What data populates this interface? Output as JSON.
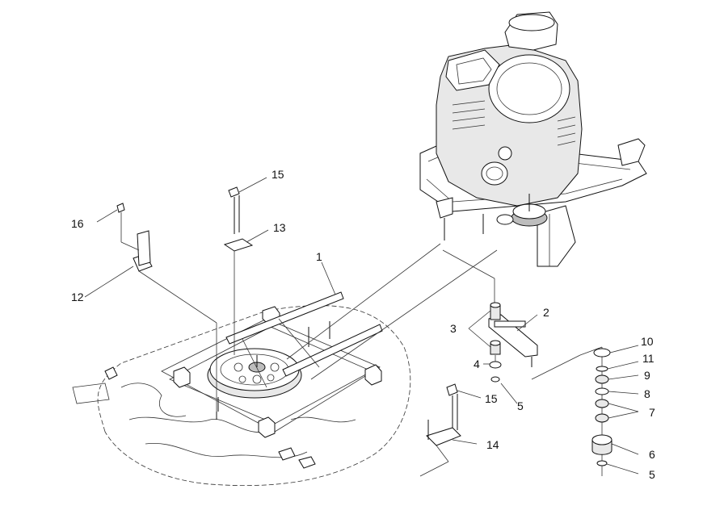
{
  "callouts": {
    "c1": "1",
    "c2": "2",
    "c3": "3",
    "c4": "4",
    "c5a": "5",
    "c5b": "5",
    "c6": "6",
    "c7": "7",
    "c8": "8",
    "c9": "9",
    "c10": "10",
    "c11": "11",
    "c12": "12",
    "c13": "13",
    "c14": "14",
    "c15a": "15",
    "c15b": "15",
    "c16": "16"
  }
}
